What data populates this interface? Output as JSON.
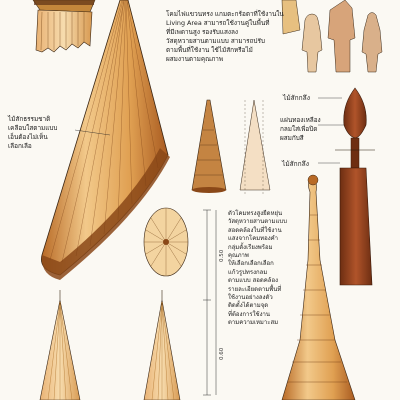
{
  "page": {
    "background": "#fbf9f3",
    "ink": "#1c1c1c",
    "wood_light": "#f2c98a",
    "wood_mid": "#e0a052",
    "wood_dark": "#b86a26",
    "wood_brown": "#8a3e1c"
  },
  "notes": {
    "top_right": "โคมไฟแขวนทรง แกมตะกร้อตาที่ใช้งานใน\nLiving Area สามารถใช้งานคู่ในพื้นที่\nที่มีเพดานสูง รองรับแสงลง\nวัสดุหวายสานตามแบบ สามารถปรับ\nตามพื้นที่ใช้งาน ใช้ไม้สักหรือไม้\nผสมงานตามคุณภาพ",
    "left_mid": "ไม้สักธรรมชาติ\nเคลือบใสตามแบบ\nเอ็นต้องไม่เห็น\nเลือกเลือ",
    "right_mid_top": "ไม้สักกลึง",
    "right_mid_2": "แผ่นทองเหลือง\nกลมใส่เพื่อปิด\nผสมกับสี",
    "right_mid_3": "ไม้สักกลึง",
    "center_right": "ตัวโคมทรงสูงยืดหยุ่น\nวัสดุหวายสานตามแบบ\nสอดคล้องในที่ใช้งาน\nแสงจากโคมทองคำ\nกลุ่มตั้งเรียงพร้อม\nคุณภาพ\nให้เลือกเลือกเลือก\nแก้วรูปทรงกลม\nตามแบบ สอดคล้อง\nรายละเอียดตามพื้นที่\nใช้งานอย่างลงตัว\nติดตั้งได้ตามจุด\nที่ต้องการใช้งาน\nตามความเหมาะสม",
    "dim_top": "0.50",
    "dim_bottom": "0.60"
  },
  "icons": {
    "fringe": "fringe-lamp-icon",
    "cone": "hanging-cone-lamp-icon",
    "disc": "rattan-disc-icon",
    "people": "human-scale-figures-icon",
    "finial": "finial-lamp-icon",
    "tall_tower": "tall-tower-lamp-icon",
    "small_spires": "small-spire-lamp-icon"
  }
}
